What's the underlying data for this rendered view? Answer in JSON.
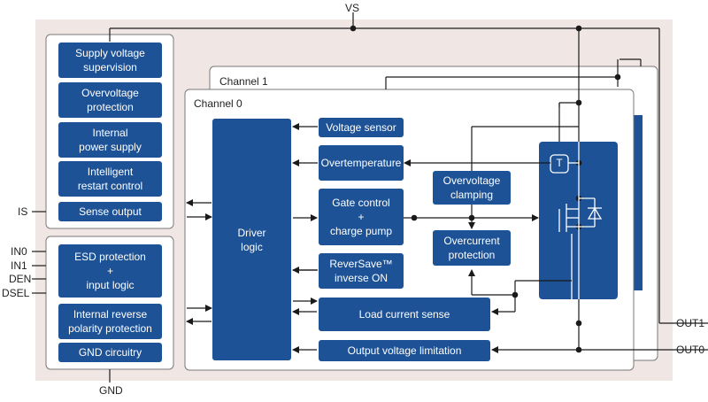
{
  "colors": {
    "background_panel": "#f0e6e4",
    "block_fill": "#1d5296",
    "block_text": "#ffffff",
    "wire": "#1a1a1a",
    "frame_border": "#7a7a7a"
  },
  "pins": {
    "vs": "VS",
    "is": "IS",
    "in0": "IN0",
    "in1": "IN1",
    "den": "DEN",
    "dsel": "DSEL",
    "gnd": "GND",
    "out1": "OUT1",
    "out0": "OUT0"
  },
  "channels": {
    "channel1": "Channel 1",
    "channel0": "Channel 0"
  },
  "left_top_group": {
    "supply_voltage_supervision": "Supply voltage\nsupervision",
    "overvoltage_protection": "Overvoltage\nprotection",
    "internal_power_supply": "Internal\npower supply",
    "intelligent_restart_control": "Intelligent\nrestart control",
    "sense_output": "Sense output"
  },
  "left_bottom_group": {
    "esd_protection": "ESD protection\n+\ninput logic",
    "internal_reverse_polarity": "Internal reverse\npolarity protection",
    "gnd_circuitry": "GND circuitry"
  },
  "channel0_blocks": {
    "driver_logic": "Driver\nlogic",
    "voltage_sensor": "Voltage sensor",
    "overtemperature": "Overtemperature",
    "gate_control": "Gate control\n+\ncharge pump",
    "reversave": "ReverSave™\ninverse ON",
    "load_current_sense": "Load current sense",
    "output_voltage_limitation": "Output voltage limitation",
    "overvoltage_clamping": "Overvoltage\nclamping",
    "overcurrent_protection": "Overcurrent\nprotection",
    "temp_sensor_symbol": "T"
  }
}
